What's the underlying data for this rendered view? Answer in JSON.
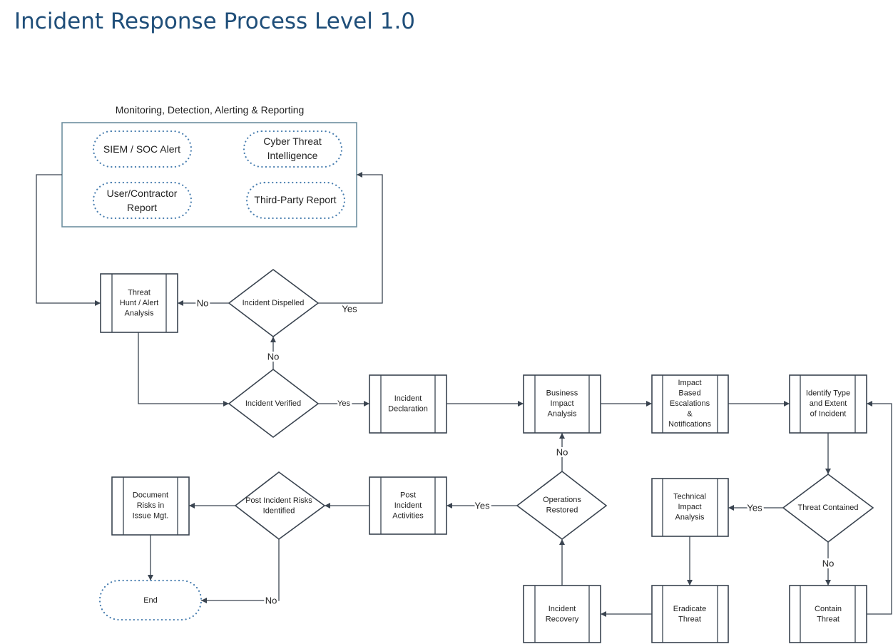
{
  "title": "Incident Response Process Level 1.0",
  "monitoring": {
    "title": "Monitoring, Detection, Alerting & Reporting",
    "sources": [
      [
        "SIEM / SOC Alert"
      ],
      [
        "Cyber Threat",
        "Intelligence"
      ],
      [
        "User/Contractor",
        "Report"
      ],
      [
        "Third-Party Report"
      ]
    ]
  },
  "processes": {
    "threat_hunt": [
      "Threat",
      "Hunt / Alert",
      "Analysis"
    ],
    "incident_declaration": [
      "Incident",
      "Declaration"
    ],
    "business_impact": [
      "Business",
      "Impact",
      "Analysis"
    ],
    "impact_escalations": [
      "Impact",
      "Based",
      "Escalations",
      "&",
      "Notifications"
    ],
    "identify_type": [
      "Identify Type",
      "and Extent",
      "of Incident"
    ],
    "post_incident": [
      "Post",
      "Incident",
      "Activities"
    ],
    "document_risks": [
      "Document",
      "Risks in",
      "Issue Mgt."
    ],
    "technical_impact": [
      "Technical",
      "Impact",
      "Analysis"
    ],
    "incident_recovery": [
      "Incident",
      "Recovery"
    ],
    "eradicate_threat": [
      "Eradicate",
      "Threat"
    ],
    "contain_threat": [
      "Contain",
      "Threat"
    ]
  },
  "decisions": {
    "incident_dispelled": [
      "Incident Dispelled"
    ],
    "incident_verified": [
      "Incident Verified"
    ],
    "operations_restored": [
      "Operations",
      "Restored"
    ],
    "threat_contained": [
      "Threat Contained"
    ],
    "post_incident_risks": [
      "Post Incident Risks",
      "Identified"
    ]
  },
  "terminals": {
    "end": "End"
  },
  "edge_labels": {
    "dispelled_no": "No",
    "dispelled_yes": "Yes",
    "verified_no": "No",
    "verified_yes": "Yes",
    "restored_no": "No",
    "restored_yes": "Yes",
    "contained_yes": "Yes",
    "contained_no": "No",
    "risks_no": "No"
  }
}
